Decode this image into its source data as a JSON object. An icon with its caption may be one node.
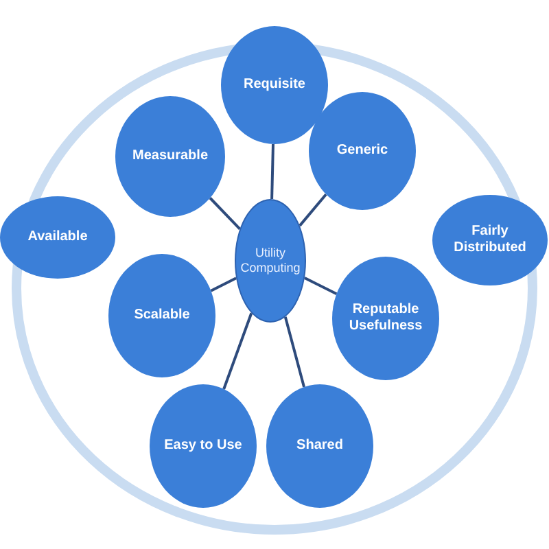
{
  "diagram": {
    "nodes": [
      {
        "text": [
          "Utility Computing"
        ]
      },
      {
        "text": [
          "Requisite"
        ]
      },
      {
        "text": [
          "Measurable"
        ]
      },
      {
        "text": [
          "Generic"
        ]
      },
      {
        "text": [
          "Available"
        ]
      },
      {
        "text": [
          "Scalable"
        ]
      },
      {
        "text": [
          "Reputable Usefulness"
        ]
      },
      {
        "text": [
          "Fairly Distributed"
        ]
      },
      {
        "text": [
          "Easy to Use"
        ]
      },
      {
        "text": [
          "Shared"
        ]
      }
    ],
    "edges": [
      {
        "from": 0,
        "to": 1,
        "arrow": "none"
      },
      {
        "from": 0,
        "to": 2,
        "arrow": "none"
      },
      {
        "from": 0,
        "to": 3,
        "arrow": "none"
      },
      {
        "from": 0,
        "to": 5,
        "arrow": "none"
      },
      {
        "from": 0,
        "to": 6,
        "arrow": "none"
      },
      {
        "from": 0,
        "to": 8,
        "arrow": "none"
      },
      {
        "from": 0,
        "to": 9,
        "arrow": "none"
      }
    ]
  }
}
